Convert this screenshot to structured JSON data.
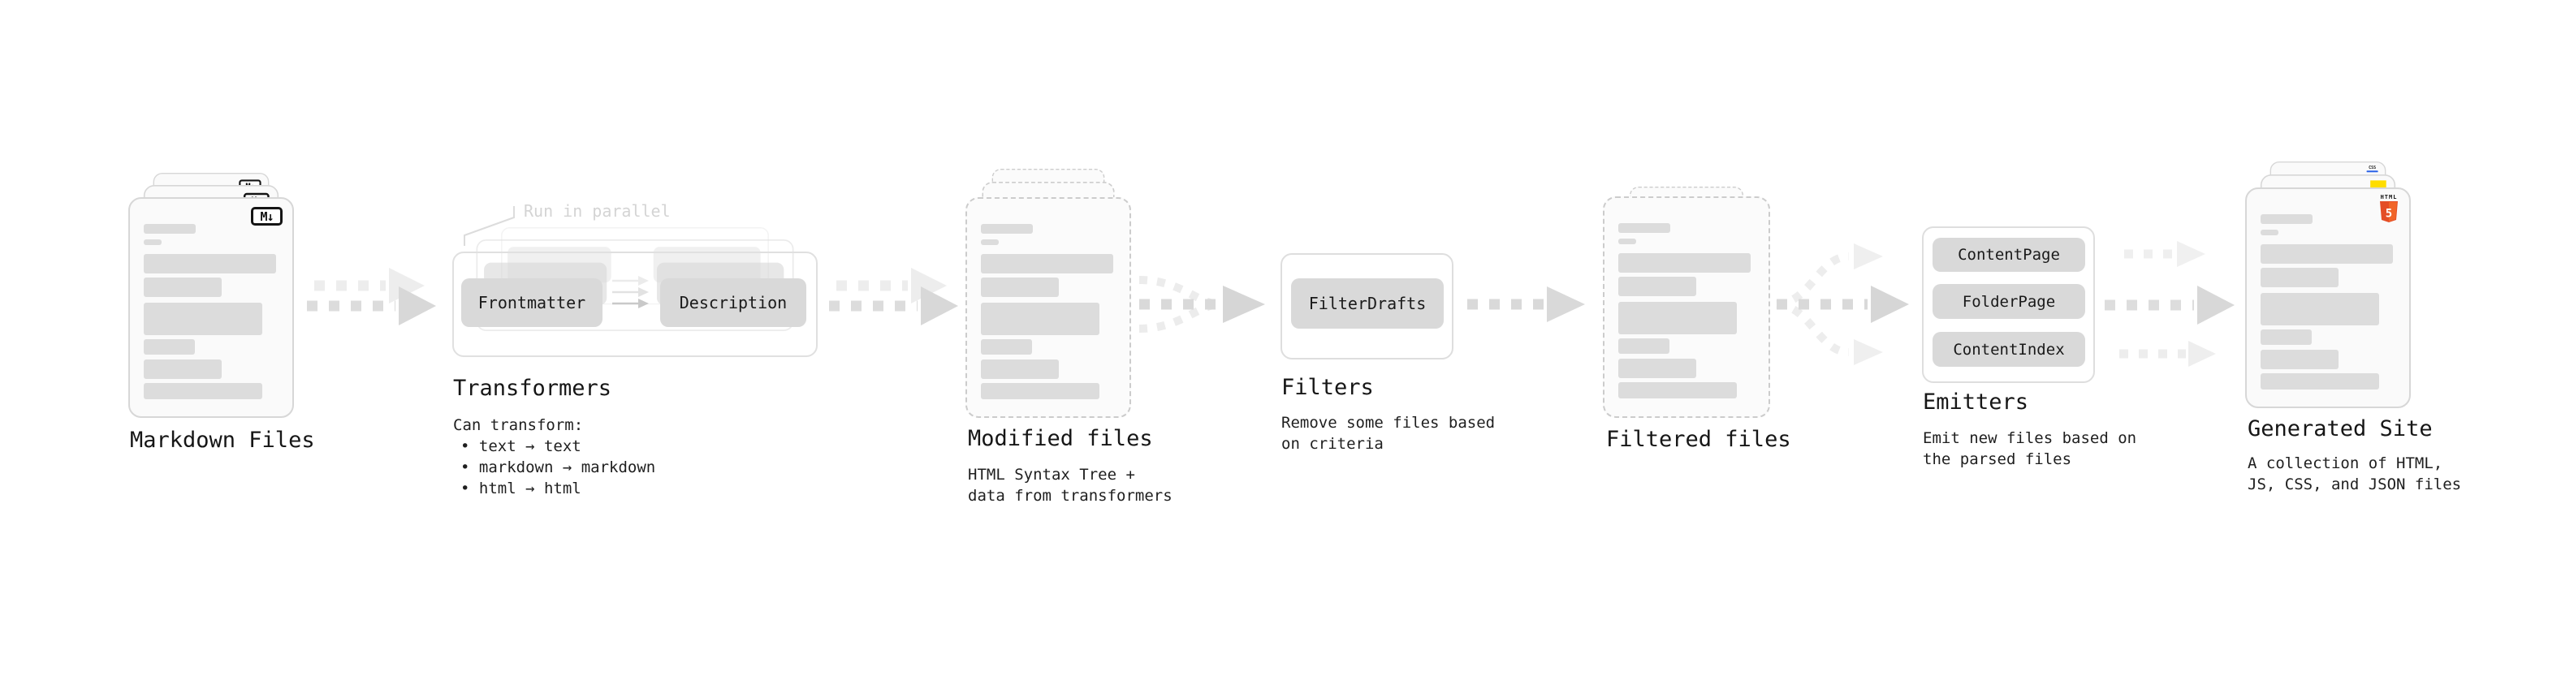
{
  "stages": {
    "markdown_files": {
      "title": "Markdown Files",
      "file_badge": "M↓"
    },
    "transformers": {
      "title": "Transformers",
      "parallel_note": "Run in parallel",
      "nodes": [
        "Frontmatter",
        "Description"
      ],
      "description_lines": [
        "Can transform:",
        "• text → text",
        "• markdown → markdown",
        "• html → html"
      ]
    },
    "modified_files": {
      "title": "Modified files",
      "description_lines": [
        "HTML Syntax Tree +",
        "data from transformers"
      ]
    },
    "filters": {
      "title": "Filters",
      "nodes": [
        "FilterDrafts"
      ],
      "description_lines": [
        "Remove some files based",
        "on criteria"
      ]
    },
    "filtered_files": {
      "title": "Filtered files"
    },
    "emitters": {
      "title": "Emitters",
      "nodes": [
        "ContentPage",
        "FolderPage",
        "ContentIndex"
      ],
      "description_lines": [
        "Emit new files based on",
        "the parsed files"
      ]
    },
    "generated_site": {
      "title": "Generated Site",
      "description_lines": [
        "A collection of HTML,",
        "JS, CSS, and JSON files"
      ],
      "badges": {
        "html5_label": "HTML",
        "html5_number": "5",
        "css_label": "CSS"
      }
    }
  },
  "colors": {
    "background": "#ffffff",
    "card_fill": "#fafafa",
    "card_border": "#d7d7d7",
    "dashed_border": "#cccccc",
    "placeholder_line": "#dcdcdc",
    "node_fill": "#d9d9d9",
    "arrow_dash": "#d9d9d9",
    "arrow_head": "#d6d6d6",
    "arrow_faded": "#ececec",
    "note_gray": "#d4d4d4",
    "markdown_badge_border": "#141414",
    "html5_shield": "#e44d26",
    "html5_shield_light": "#f16529",
    "js_badge": "#ffdd00",
    "css_badge_bar": "#2b63e8"
  }
}
